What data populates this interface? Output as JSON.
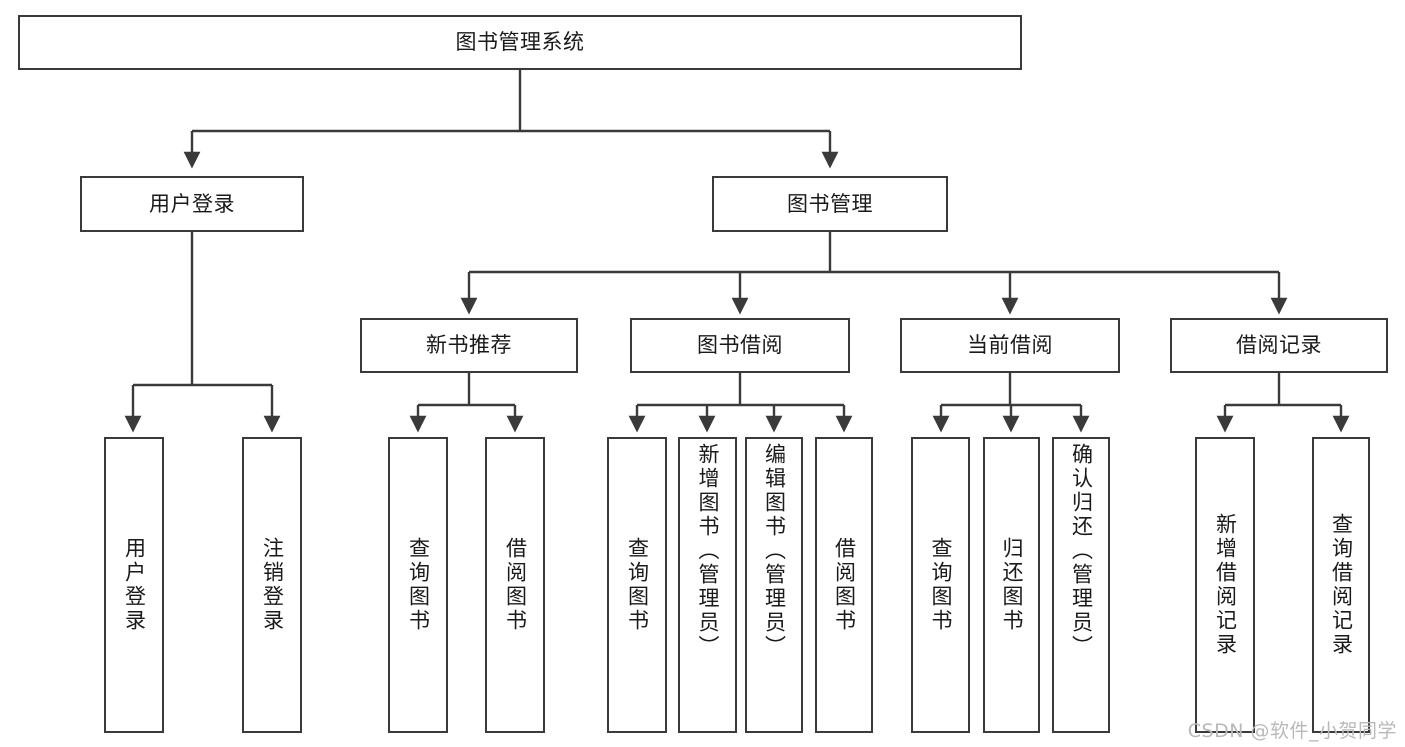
{
  "diagram": {
    "title": "图书管理系统",
    "type": "tree",
    "stroke_color": "#3a3a3a",
    "background_color": "#ffffff",
    "text_color": "#1a1a1a",
    "watermark": "CSDN @软件_小贺同学",
    "levels": [
      {
        "level": 1,
        "nodes": [
          {
            "id": "root",
            "label": "图书管理系统",
            "orientation": "horizontal"
          }
        ]
      },
      {
        "level": 2,
        "nodes": [
          {
            "id": "login",
            "label": "用户登录",
            "orientation": "horizontal",
            "parent": "root"
          },
          {
            "id": "bookmgr",
            "label": "图书管理",
            "orientation": "horizontal",
            "parent": "root"
          }
        ]
      },
      {
        "level": 3,
        "nodes": [
          {
            "id": "newbook",
            "label": "新书推荐",
            "orientation": "horizontal",
            "parent": "bookmgr"
          },
          {
            "id": "borrow",
            "label": "图书借阅",
            "orientation": "horizontal",
            "parent": "bookmgr"
          },
          {
            "id": "current",
            "label": "当前借阅",
            "orientation": "horizontal",
            "parent": "bookmgr"
          },
          {
            "id": "records",
            "label": "借阅记录",
            "orientation": "horizontal",
            "parent": "bookmgr"
          }
        ]
      },
      {
        "level": 4,
        "nodes": [
          {
            "id": "leaf01",
            "label": "用户登录",
            "orientation": "vertical",
            "parent": "login"
          },
          {
            "id": "leaf02",
            "label": "注销登录",
            "orientation": "vertical",
            "parent": "login"
          },
          {
            "id": "leaf03",
            "label": "查询图书",
            "orientation": "vertical",
            "parent": "newbook"
          },
          {
            "id": "leaf04",
            "label": "借阅图书",
            "orientation": "vertical",
            "parent": "newbook"
          },
          {
            "id": "leaf05",
            "label": "查询图书",
            "orientation": "vertical",
            "parent": "borrow"
          },
          {
            "id": "leaf06",
            "label": "新增图书（管理员）",
            "orientation": "vertical",
            "parent": "borrow"
          },
          {
            "id": "leaf07",
            "label": "编辑图书（管理员）",
            "orientation": "vertical",
            "parent": "borrow"
          },
          {
            "id": "leaf08",
            "label": "借阅图书",
            "orientation": "vertical",
            "parent": "borrow"
          },
          {
            "id": "leaf09",
            "label": "查询图书",
            "orientation": "vertical",
            "parent": "current"
          },
          {
            "id": "leaf10",
            "label": "归还图书",
            "orientation": "vertical",
            "parent": "current"
          },
          {
            "id": "leaf11",
            "label": "确认归还（管理员）",
            "orientation": "vertical",
            "parent": "current"
          },
          {
            "id": "leaf12",
            "label": "新增借阅记录",
            "orientation": "vertical",
            "parent": "records"
          },
          {
            "id": "leaf13",
            "label": "查询借阅记录",
            "orientation": "vertical",
            "parent": "records"
          }
        ]
      }
    ]
  }
}
